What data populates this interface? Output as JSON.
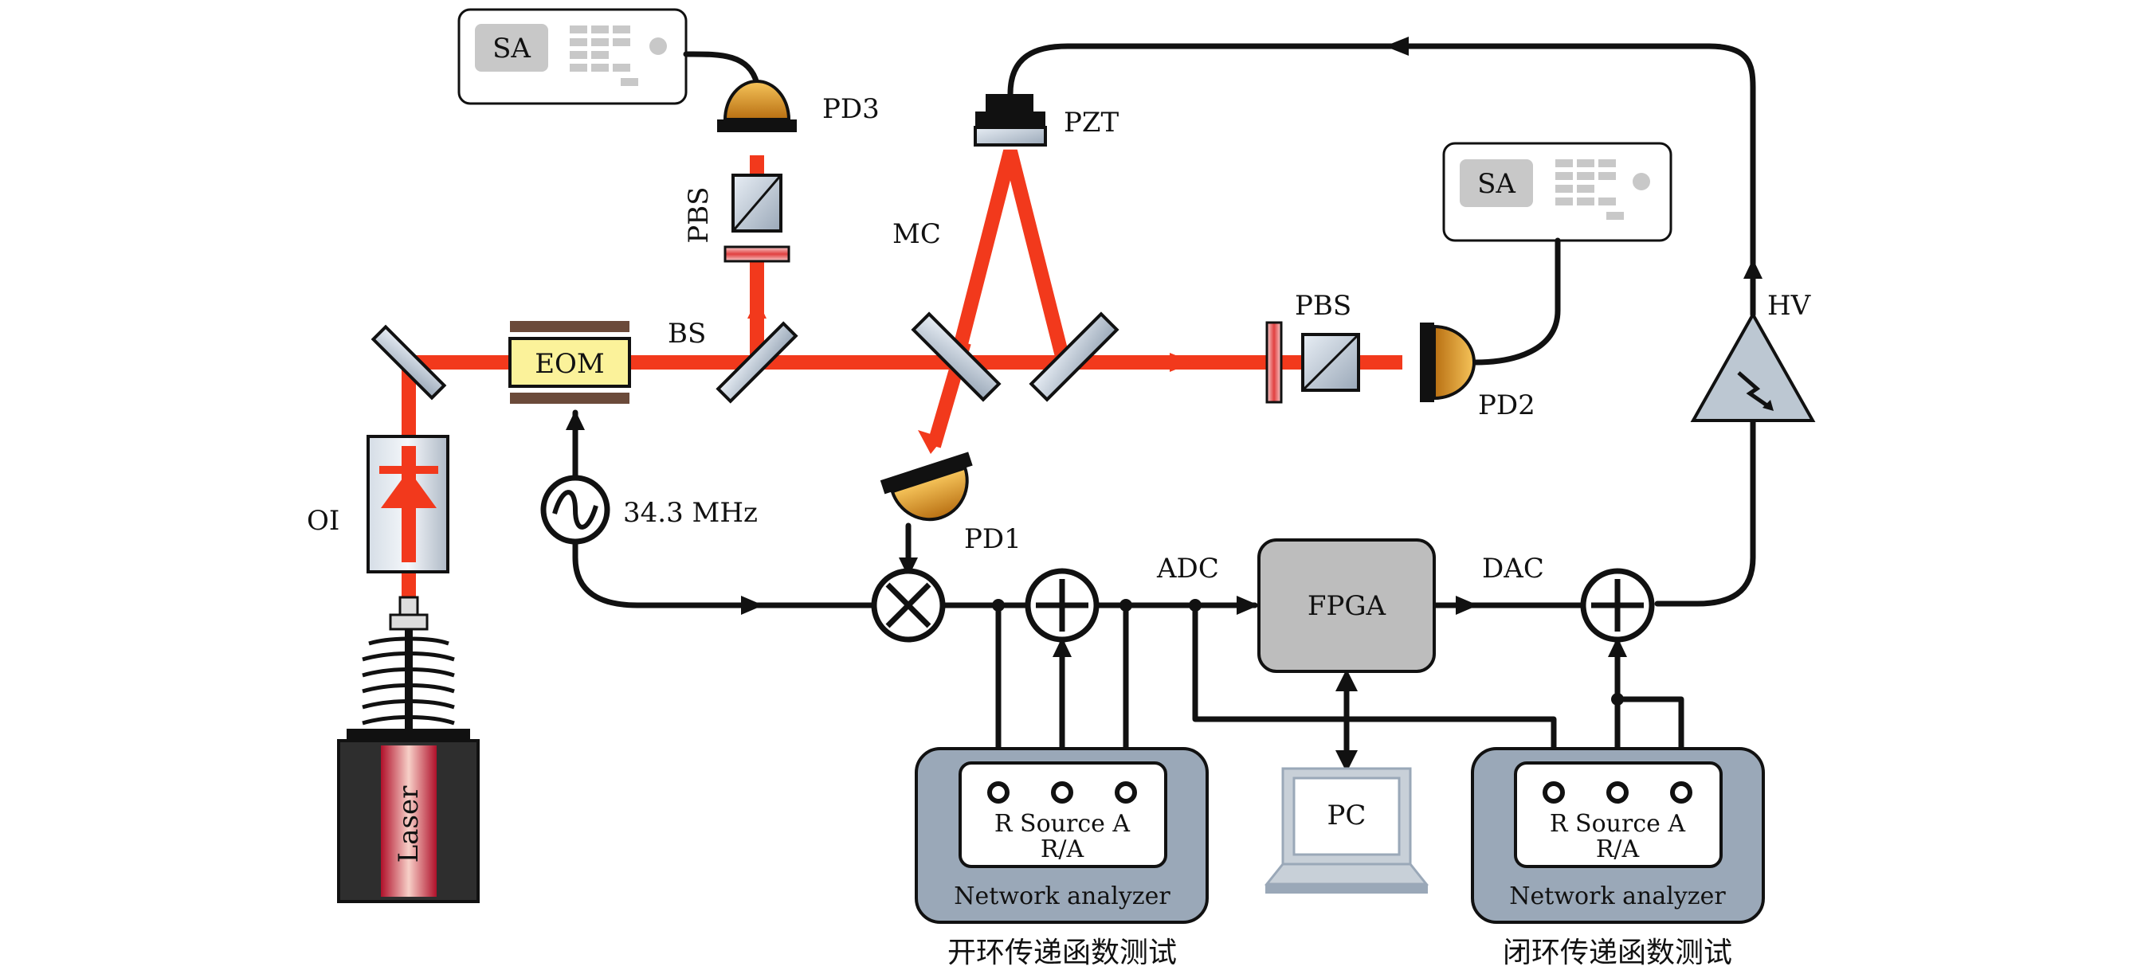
{
  "labels": {
    "sa_top": "SA",
    "sa_right": "SA",
    "pd1": "PD1",
    "pd2": "PD2",
    "pd3": "PD3",
    "pzt": "PZT",
    "mc": "MC",
    "pbs_top": "PBS",
    "pbs_right": "PBS",
    "bs": "BS",
    "eom": "EOM",
    "oi": "OI",
    "laser": "Laser",
    "freq": "34.3 MHz",
    "adc": "ADC",
    "dac": "DAC",
    "fpga": "FPGA",
    "hv": "HV",
    "pc": "PC"
  },
  "analyzer_left": {
    "ports": "R Source A",
    "source_sub": "R/A",
    "title": "Network analyzer",
    "caption": "开环传递函数测试"
  },
  "analyzer_right": {
    "ports": "R Source A",
    "source_sub": "R/A",
    "title": "Network analyzer",
    "caption": "闭环传递函数测试"
  },
  "colors": {
    "beam": "#f2391c",
    "photodiode": "#e0a030",
    "eom": "#fbf29a",
    "panel": "#9aa8b8",
    "fpga": "#bdbdbd"
  }
}
